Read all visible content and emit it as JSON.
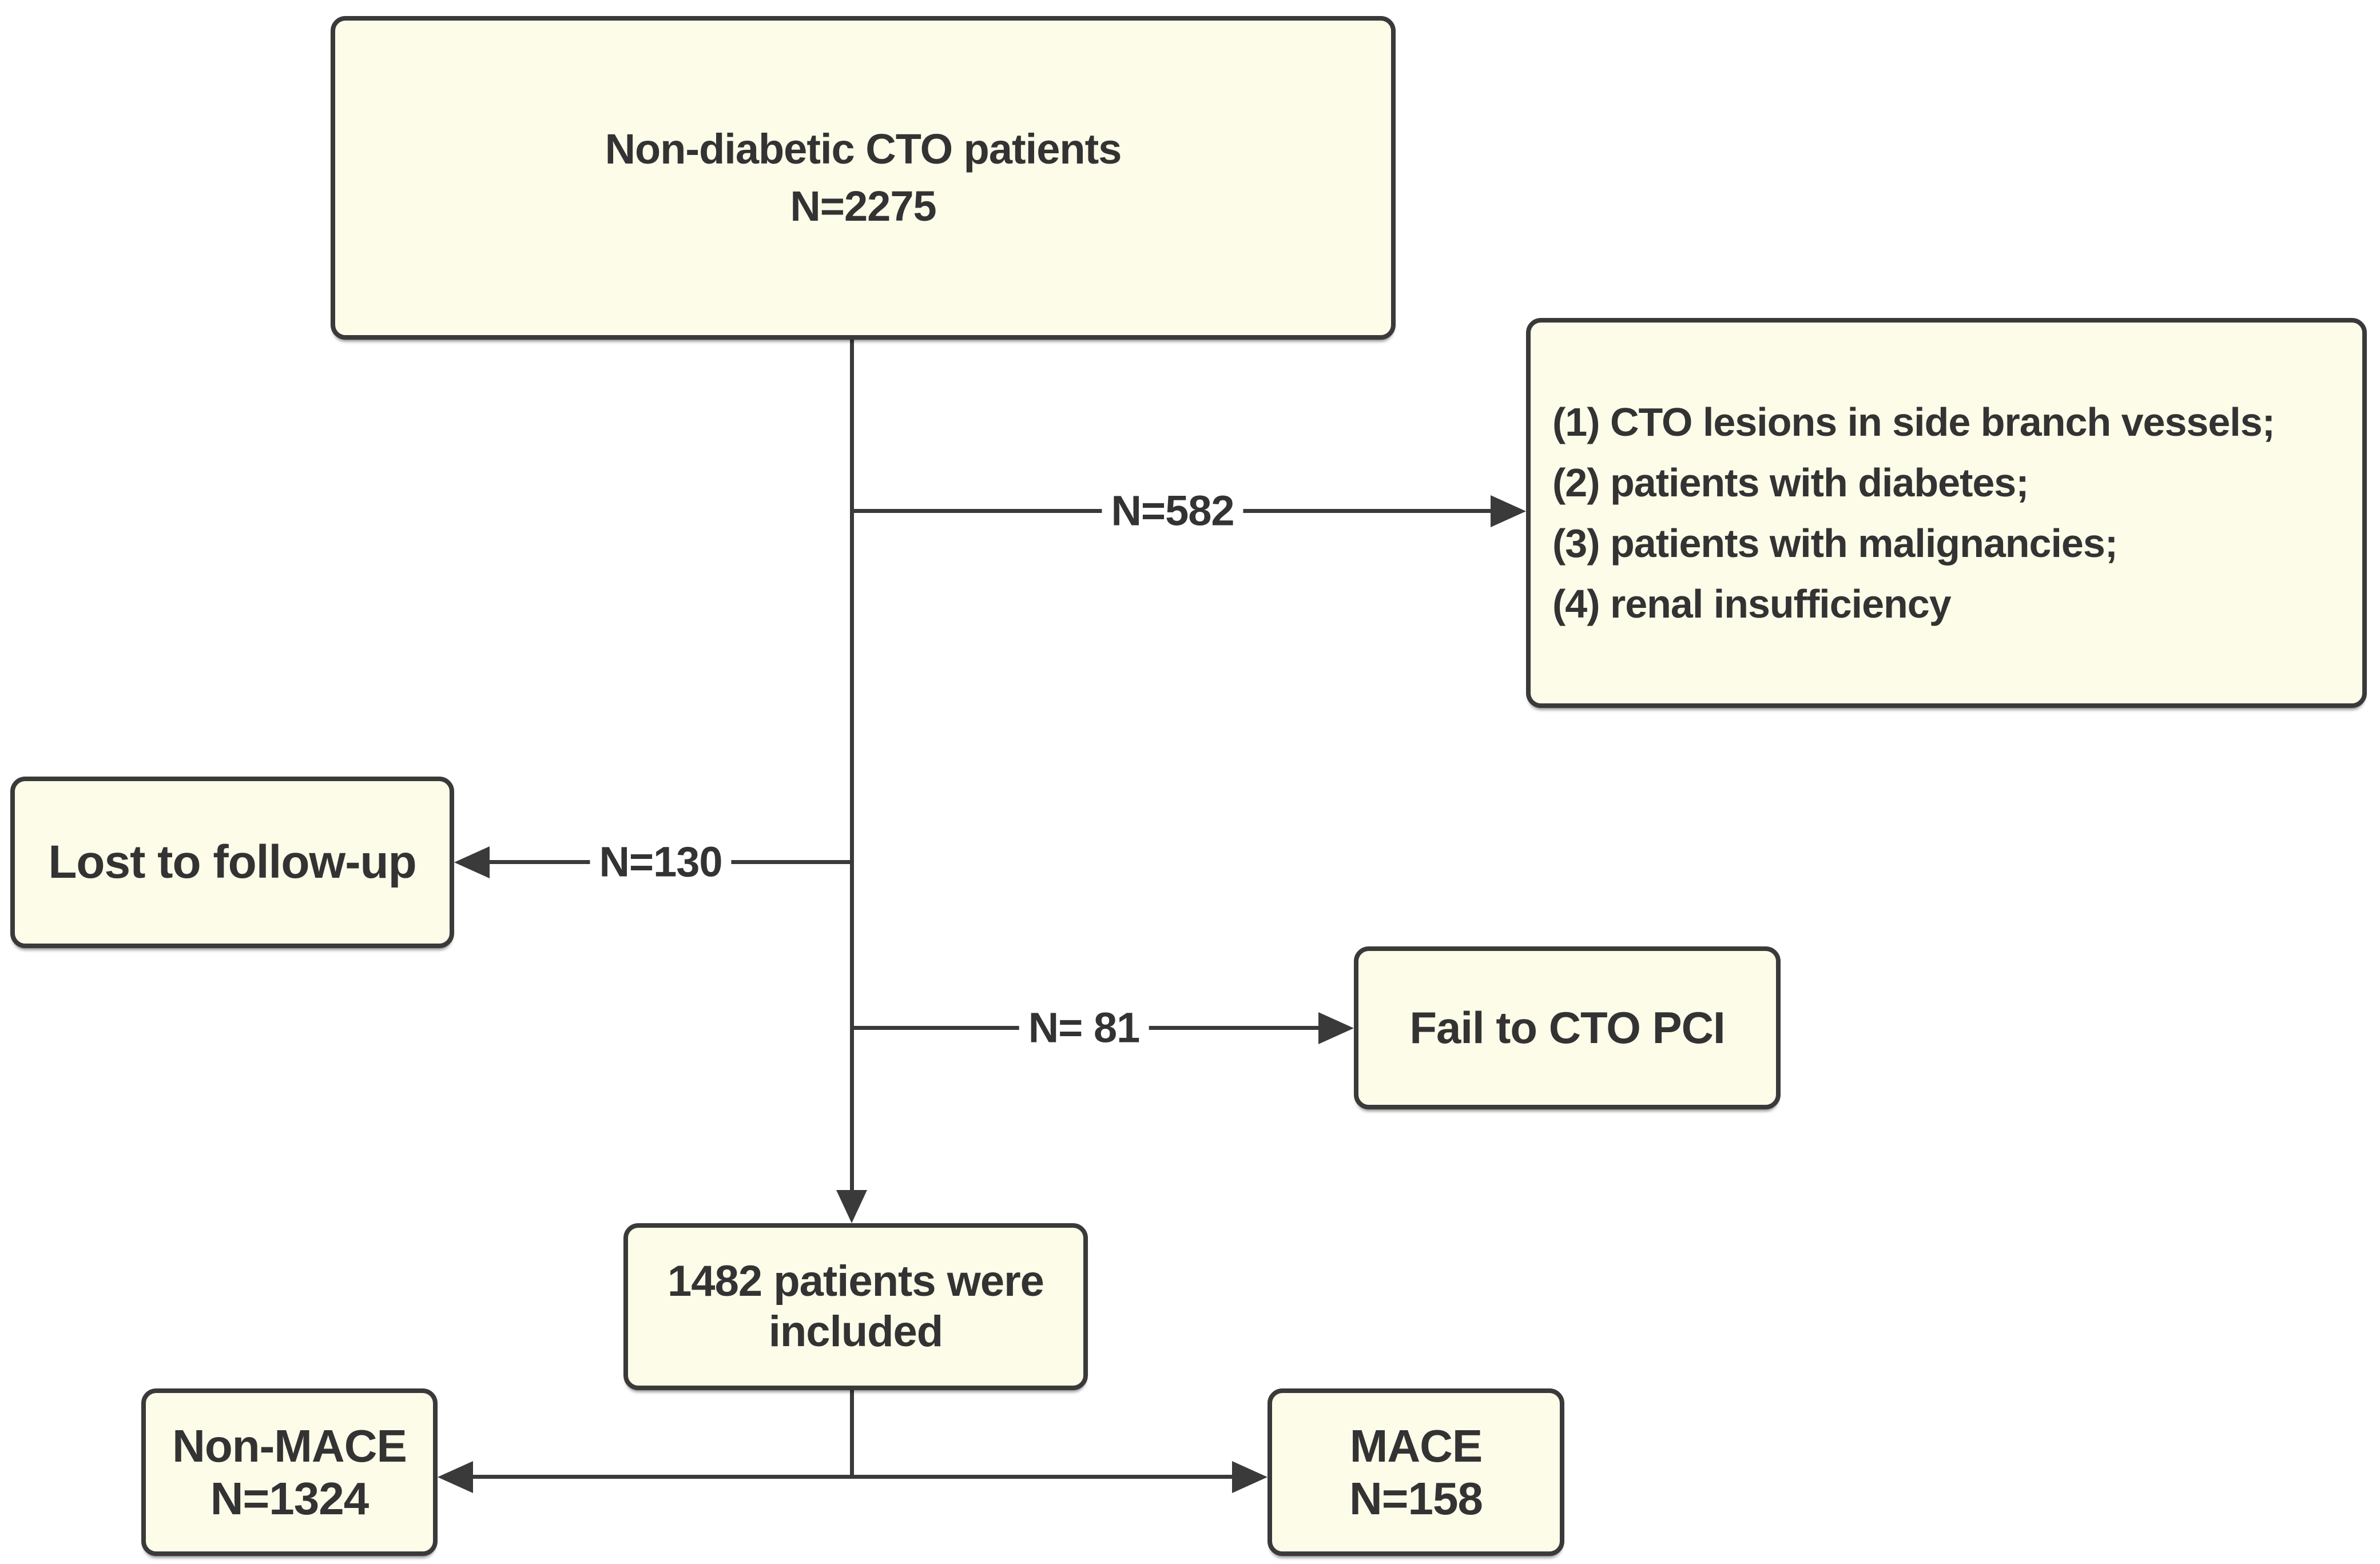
{
  "colors": {
    "background": "#FFFFFF",
    "box_fill": "#FCFCE9",
    "border_and_lines": "#3A3A3A",
    "text": "#333333"
  },
  "nodes": {
    "top": {
      "lines": [
        "Non-diabetic CTO patients",
        "N=2275"
      ]
    },
    "exclusion": {
      "items": [
        "(1) CTO lesions in side branch vessels;",
        "(2) patients with diabetes;",
        "(3) patients with malignancies;",
        "(4) renal insufficiency"
      ]
    },
    "lost": {
      "label": "Lost to follow-up"
    },
    "fail": {
      "label": "Fail to CTO PCI"
    },
    "included": {
      "lines": [
        "1482 patients were",
        "included"
      ]
    },
    "non_mace": {
      "lines": [
        "Non-MACE",
        "N=1324"
      ]
    },
    "mace": {
      "lines": [
        "MACE",
        "N=158"
      ]
    }
  },
  "edge_labels": {
    "excluded": "N=582",
    "lost": "N=130",
    "fail": "N= 81"
  }
}
